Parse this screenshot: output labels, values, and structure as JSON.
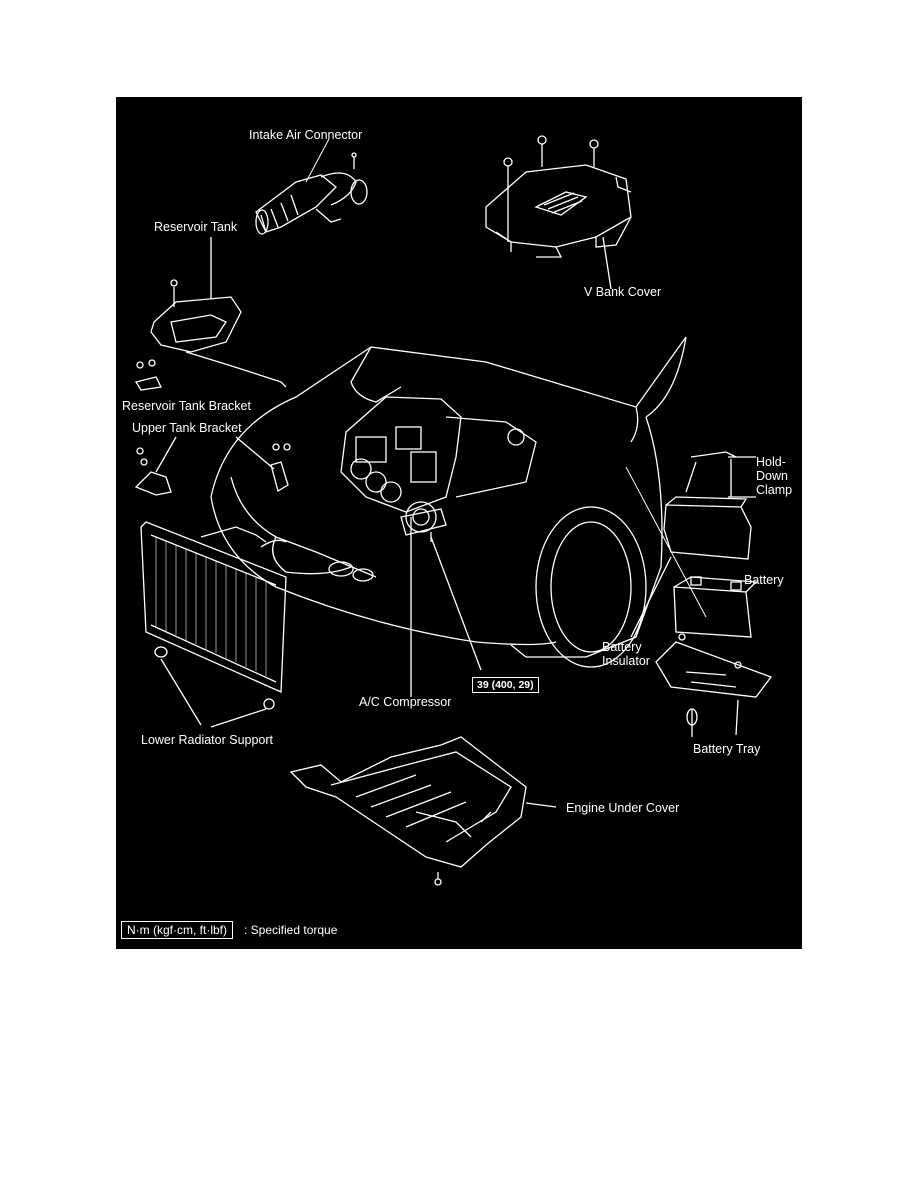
{
  "labels": {
    "intake_air_connector": "Intake Air Connector",
    "reservoir_tank": "Reservoir Tank",
    "v_bank_cover": "V Bank Cover",
    "reservoir_tank_bracket": "Reservoir Tank Bracket",
    "upper_tank_bracket": "Upper Tank Bracket",
    "hold_down_clamp": "Hold-\nDown\nClamp",
    "battery": "Battery",
    "battery_insulator": "Battery\nInsulator",
    "ac_compressor": "A/C Compressor",
    "lower_radiator_support": "Lower Radiator Support",
    "battery_tray": "Battery Tray",
    "engine_under_cover": "Engine Under Cover"
  },
  "torque": {
    "ac_compressor_value": "39 (400, 29)"
  },
  "legend": {
    "unit_box": "N·m (kgf·cm, ft·lbf)",
    "description": ": Specified torque"
  },
  "colors": {
    "background": "#000000",
    "line": "#ffffff"
  }
}
